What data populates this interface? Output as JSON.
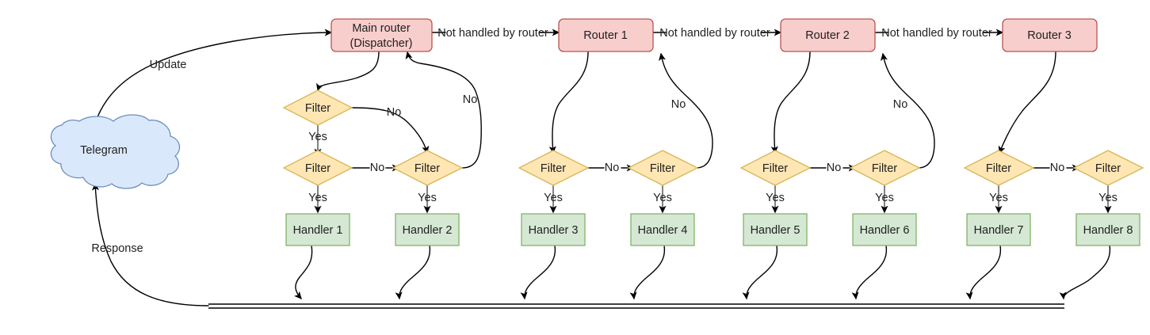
{
  "diagram": {
    "title": "Telegram bot update routing flow",
    "colors": {
      "router_fill": "#f8cecc",
      "router_stroke": "#b85450",
      "filter_fill": "#ffe6b3",
      "filter_stroke": "#d6b656",
      "handler_fill": "#d5e8d4",
      "handler_stroke": "#82b366",
      "cloud_fill": "#dae8fc",
      "cloud_stroke": "#6c8ebf",
      "edge_stroke": "#000000"
    },
    "source": {
      "name": "telegram-cloud",
      "label": "Telegram"
    },
    "routers": [
      {
        "name": "main-router",
        "line1": "Main router",
        "line2": "(Dispatcher)"
      },
      {
        "name": "router-1",
        "line1": "Router 1",
        "line2": ""
      },
      {
        "name": "router-2",
        "line1": "Router 2",
        "line2": ""
      },
      {
        "name": "router-3",
        "line1": "Router 3",
        "line2": ""
      }
    ],
    "filters": [
      {
        "name": "filter-a",
        "label": "Filter"
      },
      {
        "name": "filter-1",
        "label": "Filter"
      },
      {
        "name": "filter-2",
        "label": "Filter"
      },
      {
        "name": "filter-3",
        "label": "Filter"
      },
      {
        "name": "filter-4",
        "label": "Filter"
      },
      {
        "name": "filter-5",
        "label": "Filter"
      },
      {
        "name": "filter-6",
        "label": "Filter"
      },
      {
        "name": "filter-7",
        "label": "Filter"
      },
      {
        "name": "filter-8",
        "label": "Filter"
      }
    ],
    "handlers": [
      {
        "name": "handler-1",
        "label": "Handler 1"
      },
      {
        "name": "handler-2",
        "label": "Handler 2"
      },
      {
        "name": "handler-3",
        "label": "Handler 3"
      },
      {
        "name": "handler-4",
        "label": "Handler 4"
      },
      {
        "name": "handler-5",
        "label": "Handler 5"
      },
      {
        "name": "handler-6",
        "label": "Handler 6"
      },
      {
        "name": "handler-7",
        "label": "Handler 7"
      },
      {
        "name": "handler-8",
        "label": "Handler 8"
      }
    ],
    "edge_labels": {
      "update": "Update",
      "response": "Response",
      "not_handled_1": "Not handled by router",
      "not_handled_2": "Not handled by router",
      "not_handled_3": "Not handled by router",
      "yes": "Yes",
      "no": "No",
      "yes_1": "Yes",
      "yes_2": "Yes",
      "yes_3": "Yes",
      "yes_4": "Yes",
      "yes_5": "Yes",
      "yes_6": "Yes",
      "yes_7": "Yes",
      "yes_8": "Yes",
      "yes_9": "Yes",
      "no_1": "No",
      "no_2": "No",
      "no_3": "No",
      "no_4": "No",
      "no_5": "No",
      "no_6": "No",
      "no_7": "No",
      "no_8": "No",
      "no_9": "No",
      "no_10": "No"
    }
  }
}
